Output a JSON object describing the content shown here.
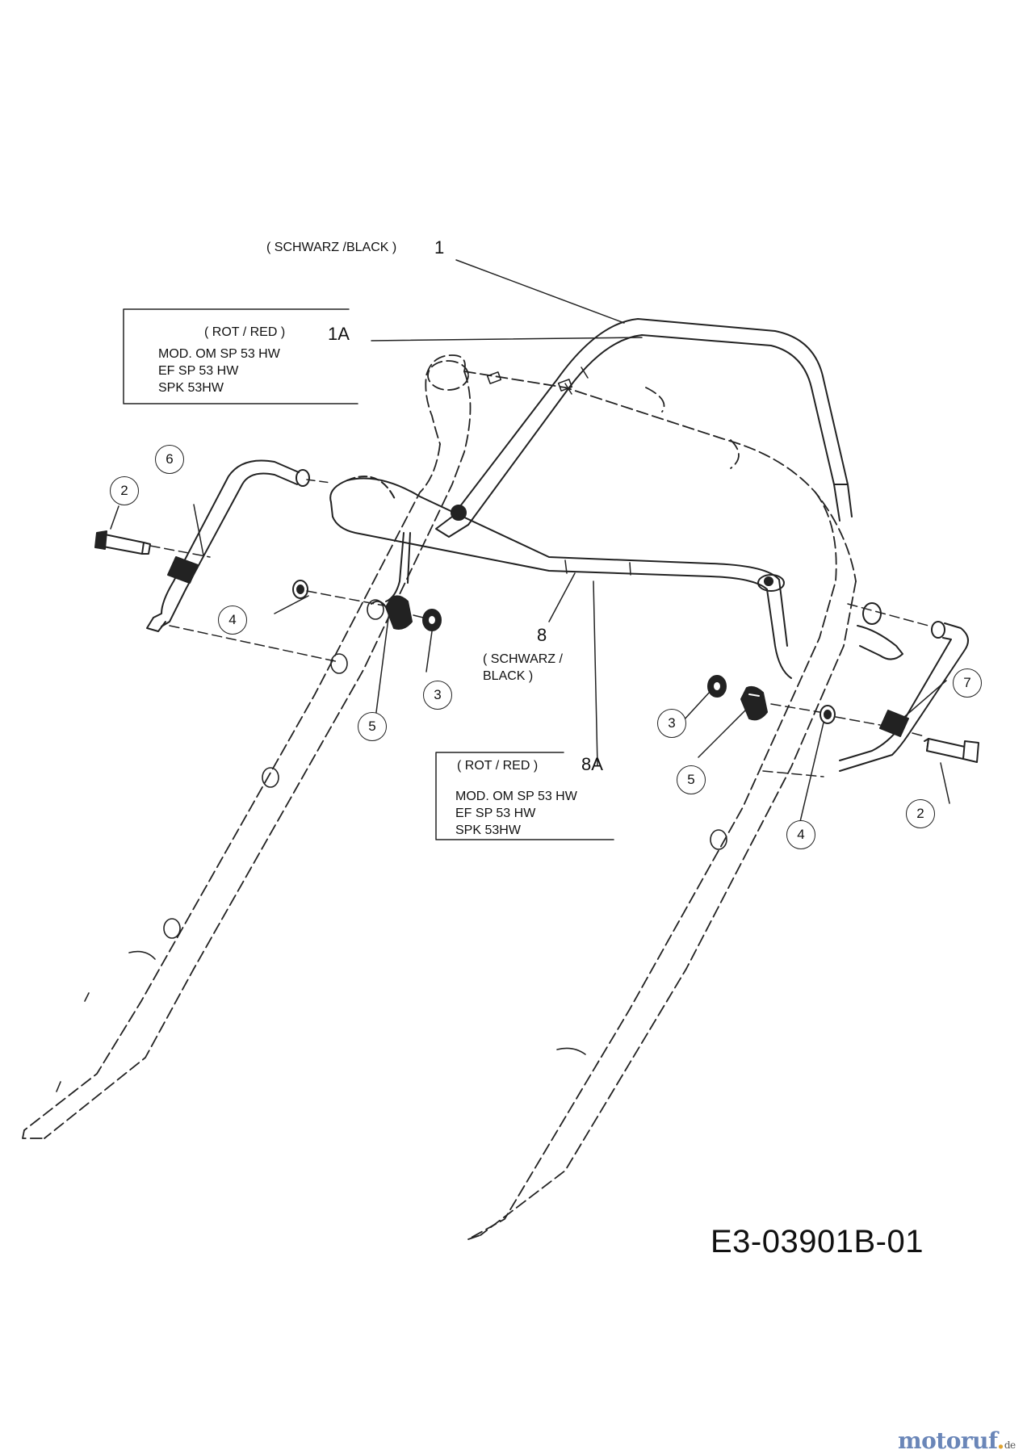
{
  "labels": {
    "part_1_color": "( SCHWARZ /BLACK )",
    "part_1": "1",
    "part_1a_color": "( ROT / RED )",
    "part_1a": "1A",
    "part_1a_models": [
      "MOD. OM SP 53 HW",
      "EF SP 53 HW",
      "SPK 53HW"
    ],
    "part_8": "8",
    "part_8_color_line1": "( SCHWARZ /",
    "part_8_color_line2": "BLACK )",
    "part_8a_color": "( ROT / RED )",
    "part_8a": "8A",
    "part_8a_models": [
      "MOD. OM SP 53 HW",
      "EF SP 53 HW",
      "SPK 53HW"
    ]
  },
  "callouts": {
    "left_2": "2",
    "left_6": "6",
    "left_4": "4",
    "left_5": "5",
    "left_3": "3",
    "right_7": "7",
    "right_3": "3",
    "right_5": "5",
    "right_2": "2",
    "right_4": "4"
  },
  "drawing_code": "E3-03901B-01",
  "watermark": {
    "name": "motoruf",
    "dot": ".",
    "tld": "de"
  }
}
